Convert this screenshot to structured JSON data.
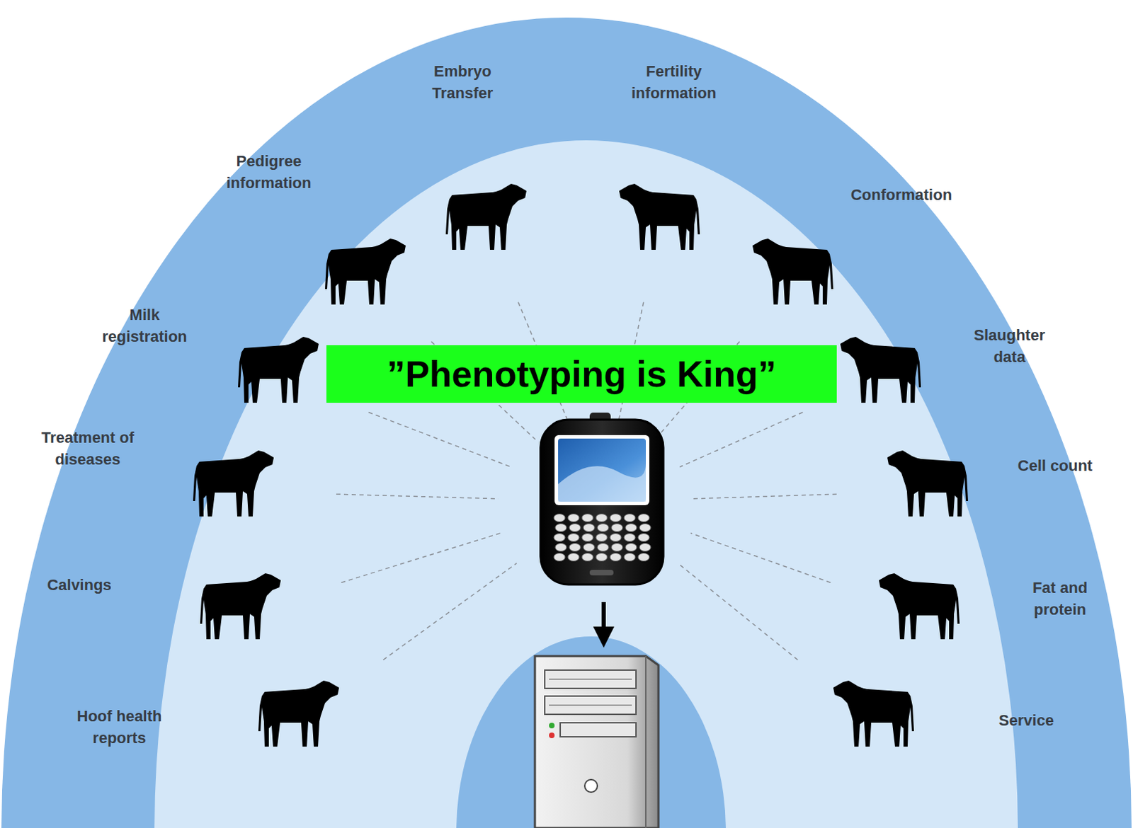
{
  "diagram": {
    "nodes": [
      {
        "text": [
          "”Phenotyping is King”"
        ]
      }
    ],
    "labels": [
      "Embryo Transfer",
      "Fertility information",
      "Pedigree information",
      "Conformation",
      "Milk registration",
      "Slaughter data",
      "Treatment of diseases",
      "Cell count",
      "Calvings",
      "Fat and protein",
      "Hoof health reports",
      "Service"
    ]
  }
}
